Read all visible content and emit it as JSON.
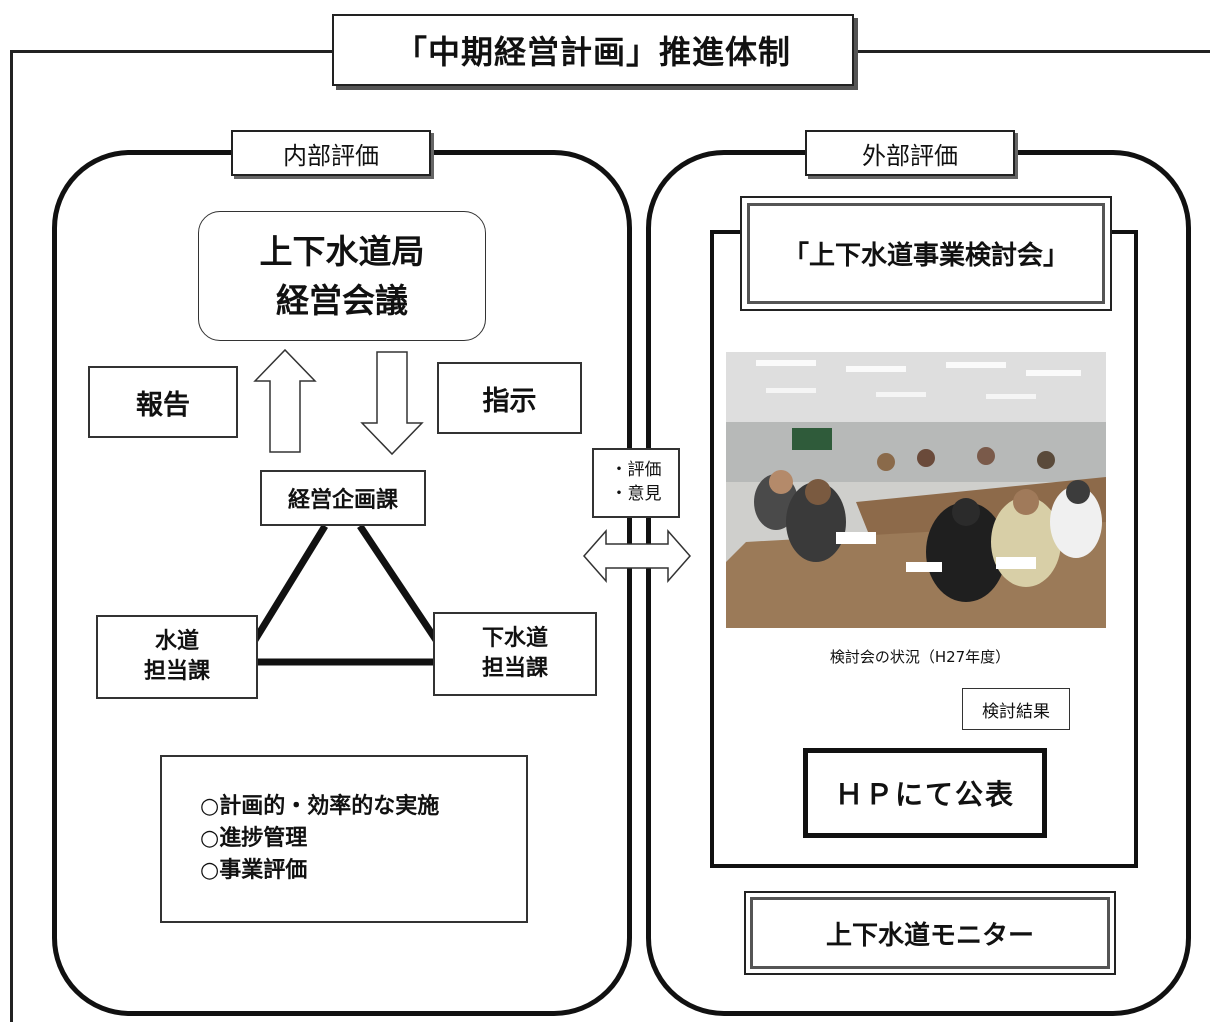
{
  "title": "「中期経営計画」推進体制",
  "internal": {
    "tag": "内部評価",
    "council_line1": "上下水道局",
    "council_line2": "経営会議",
    "report": "報告",
    "instruct": "指示",
    "planning_section": "経営企画課",
    "water_line1": "水道",
    "water_line2": "担当課",
    "sewer_line1": "下水道",
    "sewer_line2": "担当課",
    "policies": [
      "○計画的・効率的な実施",
      "○進捗管理",
      "○事業評価"
    ]
  },
  "exchange": {
    "items": [
      "・評価",
      "・意見"
    ]
  },
  "external": {
    "tag": "外部評価",
    "review_board": "「上下水道事業検討会」",
    "photo_caption": "検討会の状況（H27年度）",
    "result_tag": "検討結果",
    "publish": "ＨＰにて公表",
    "monitor": "上下水道モニター"
  },
  "colors": {
    "line": "#111111",
    "background": "#ffffff"
  }
}
